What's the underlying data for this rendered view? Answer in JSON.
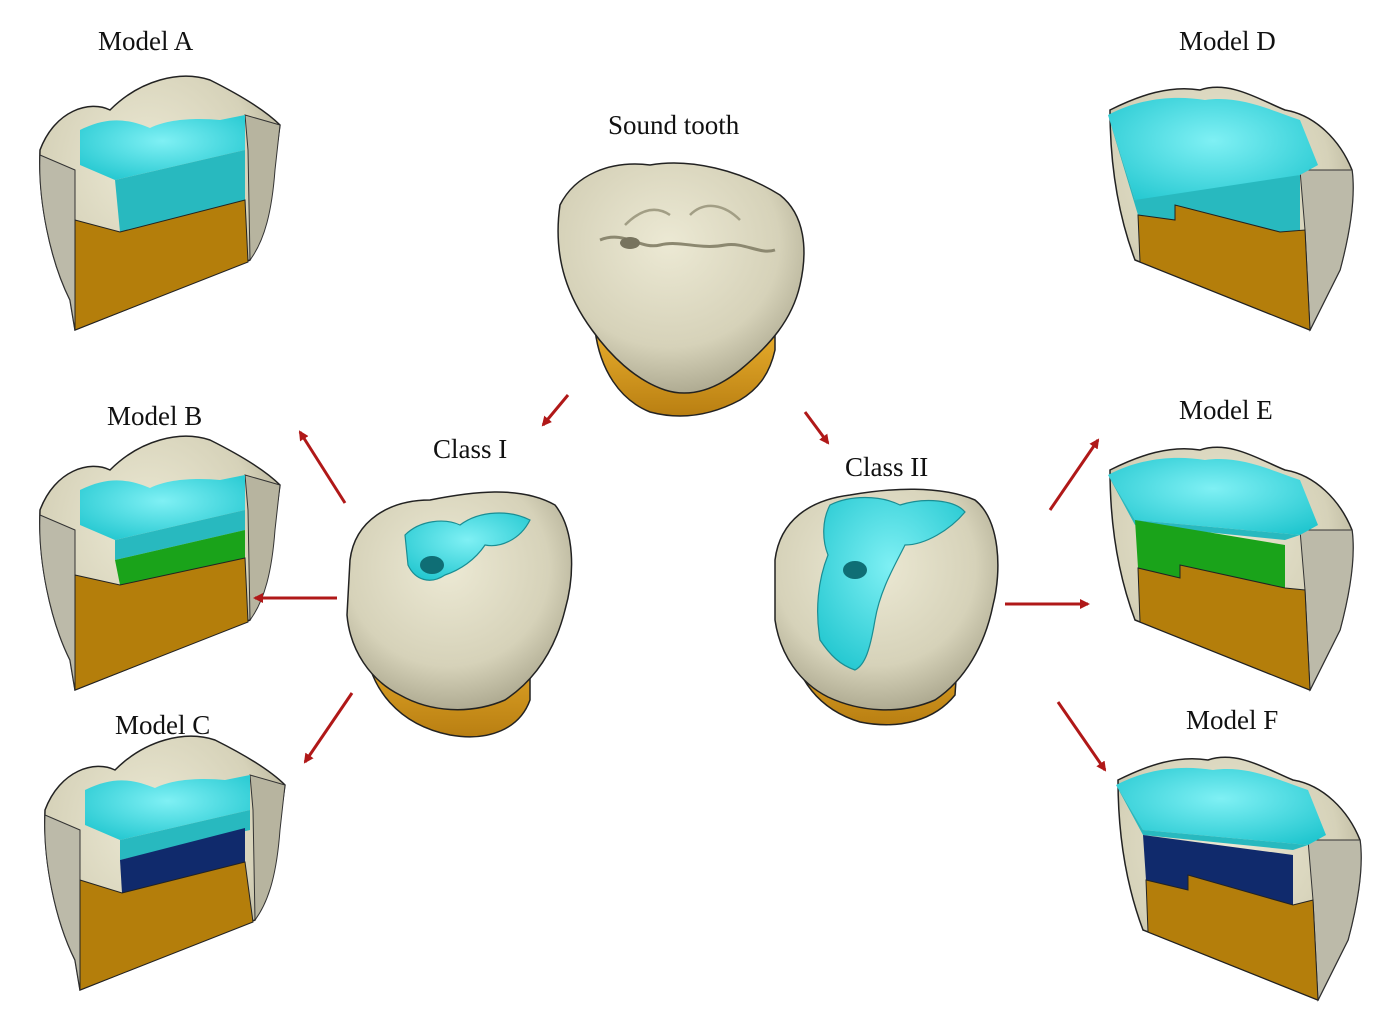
{
  "labels": {
    "sound_tooth": "Sound tooth",
    "class_i": "Class I",
    "class_ii": "Class II",
    "model_a": "Model A",
    "model_b": "Model B",
    "model_c": "Model C",
    "model_d": "Model D",
    "model_e": "Model E",
    "model_f": "Model F"
  },
  "colors": {
    "enamel": "#d9d6c0",
    "enamel_shade": "#b7b39e",
    "enamel_section": "#b9b7a8",
    "dentin": "#b47e0b",
    "root_band": "#e0a324",
    "restoration": "#2fd6dd",
    "restoration_section": "#28b9bf",
    "liner_green": "#1aa31a",
    "liner_navy": "#102a6c",
    "arrow": "#b01818",
    "outline": "#111111"
  }
}
